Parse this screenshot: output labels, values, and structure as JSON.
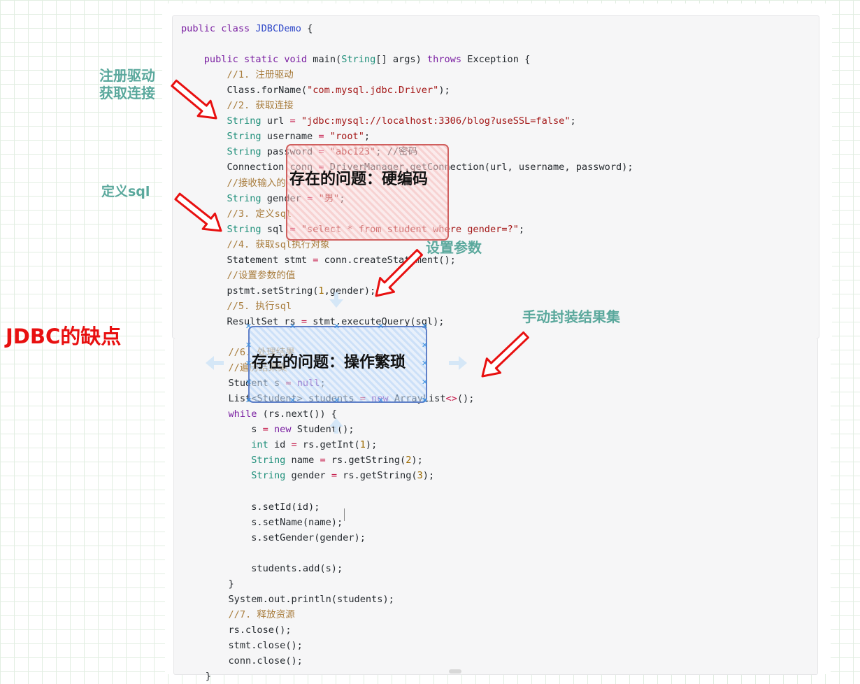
{
  "code": {
    "lines": [
      [
        [
          "public class ",
          "kw"
        ],
        [
          "JDBCDemo",
          "cls"
        ],
        [
          " {",
          ""
        ]
      ],
      [],
      [
        [
          "    public static ",
          "kw"
        ],
        [
          "void",
          "kw"
        ],
        [
          " main(",
          ""
        ],
        [
          "String",
          "ty"
        ],
        [
          "[] args) ",
          ""
        ],
        [
          "throws",
          "kw"
        ],
        [
          " Exception {",
          ""
        ]
      ],
      [
        [
          "        //1. 注册驱动",
          "cm"
        ]
      ],
      [
        [
          "        Class.forName(",
          ""
        ],
        [
          "\"com.mysql.jdbc.Driver\"",
          "st"
        ],
        [
          ");",
          ""
        ]
      ],
      [
        [
          "        //2. 获取连接",
          "cm"
        ]
      ],
      [
        [
          "        String",
          "ty"
        ],
        [
          " url ",
          ""
        ],
        [
          "=",
          "op"
        ],
        [
          " ",
          ""
        ],
        [
          "\"jdbc:mysql://localhost:3306/blog?useSSL=false\"",
          "st"
        ],
        [
          ";",
          ""
        ]
      ],
      [
        [
          "        String",
          "ty"
        ],
        [
          " username ",
          ""
        ],
        [
          "=",
          "op"
        ],
        [
          " ",
          ""
        ],
        [
          "\"root\"",
          "st"
        ],
        [
          ";",
          ""
        ]
      ],
      [
        [
          "        String",
          "ty"
        ],
        [
          " password ",
          ""
        ],
        [
          "=",
          "op"
        ],
        [
          " ",
          ""
        ],
        [
          "\"abc123\"",
          "st"
        ],
        [
          "; //密码",
          ""
        ]
      ],
      [
        [
          "        Connection conn ",
          ""
        ],
        [
          "=",
          "op"
        ],
        [
          " DriverManager.getConnection(url, username, password);",
          ""
        ]
      ],
      [
        [
          "        //接收输入的",
          "cm"
        ]
      ],
      [
        [
          "        String",
          "ty"
        ],
        [
          " gender ",
          ""
        ],
        [
          "=",
          "op"
        ],
        [
          " ",
          ""
        ],
        [
          "\"男\"",
          "st"
        ],
        [
          ";",
          ""
        ]
      ],
      [
        [
          "        //3. 定义sql",
          "cm"
        ]
      ],
      [
        [
          "        String",
          "ty"
        ],
        [
          " sql ",
          ""
        ],
        [
          "=",
          "op"
        ],
        [
          " ",
          ""
        ],
        [
          "\"select * from student where gender=?\"",
          "st"
        ],
        [
          ";",
          ""
        ]
      ],
      [
        [
          "        //4. 获取sql执行对象",
          "cm"
        ]
      ],
      [
        [
          "        Statement stmt ",
          ""
        ],
        [
          "=",
          "op"
        ],
        [
          " conn.createStatement();",
          ""
        ]
      ],
      [
        [
          "        //设置参数的值",
          "cm"
        ]
      ],
      [
        [
          "        pstmt.setString(",
          ""
        ],
        [
          "1",
          "nm"
        ],
        [
          ",gender);",
          ""
        ]
      ],
      [
        [
          "        //5. 执行sql",
          "cm"
        ]
      ],
      [
        [
          "        ResultSet rs ",
          ""
        ],
        [
          "=",
          "op"
        ],
        [
          " stmt.executeQuery(sql);",
          ""
        ]
      ],
      [],
      [
        [
          "        //6. 处理结果",
          "cm"
        ]
      ],
      [
        [
          "        //遍历结果集",
          "cm"
        ]
      ],
      [
        [
          "        Student s ",
          ""
        ],
        [
          "=",
          "op"
        ],
        [
          " ",
          ""
        ],
        [
          "null",
          "kw"
        ],
        [
          ";",
          ""
        ]
      ],
      [
        [
          "        List<Student> students ",
          ""
        ],
        [
          "=",
          "op"
        ],
        [
          " ",
          ""
        ],
        [
          "new",
          "kw"
        ],
        [
          " ArrayList",
          ""
        ],
        [
          "<>",
          "op"
        ],
        [
          "();",
          ""
        ]
      ],
      [
        [
          "        while",
          "kw"
        ],
        [
          " (rs.next()) {",
          ""
        ]
      ],
      [
        [
          "            s ",
          ""
        ],
        [
          "=",
          "op"
        ],
        [
          " ",
          ""
        ],
        [
          "new",
          "kw"
        ],
        [
          " Student();",
          ""
        ]
      ],
      [
        [
          "            int",
          "ty"
        ],
        [
          " id ",
          ""
        ],
        [
          "=",
          "op"
        ],
        [
          " rs.getInt(",
          ""
        ],
        [
          "1",
          "nm"
        ],
        [
          ");",
          ""
        ]
      ],
      [
        [
          "            String",
          "ty"
        ],
        [
          " name ",
          ""
        ],
        [
          "=",
          "op"
        ],
        [
          " rs.getString(",
          ""
        ],
        [
          "2",
          "nm"
        ],
        [
          ");",
          ""
        ]
      ],
      [
        [
          "            String",
          "ty"
        ],
        [
          " gender ",
          ""
        ],
        [
          "=",
          "op"
        ],
        [
          " rs.getString(",
          ""
        ],
        [
          "3",
          "nm"
        ],
        [
          ");",
          ""
        ]
      ],
      [],
      [
        [
          "            s.setId(id);",
          ""
        ]
      ],
      [
        [
          "            s.setName(name);",
          ""
        ]
      ],
      [
        [
          "            s.setGender(gender);",
          ""
        ]
      ],
      [],
      [
        [
          "            students.add(s);",
          ""
        ]
      ],
      [
        [
          "        }",
          ""
        ]
      ],
      [
        [
          "        System.out.println(students);",
          ""
        ]
      ],
      [
        [
          "        //7. 释放资源",
          "cm"
        ]
      ],
      [
        [
          "        rs.close();",
          ""
        ]
      ],
      [
        [
          "        stmt.close();",
          ""
        ]
      ],
      [
        [
          "        conn.close();",
          ""
        ]
      ],
      [
        [
          "    }",
          ""
        ]
      ]
    ]
  },
  "annotations": {
    "register_label": "注册驱动\n获取连接",
    "define_sql_label": "定义sql",
    "set_param_label": "设置参数",
    "manual_wrap_label": "手动封装结果集",
    "title": "JDBC的缺点",
    "problem_hardcode": "存在的问题：硬编码",
    "problem_tedious": "存在的问题：操作繁琐"
  },
  "colors": {
    "title": "#e81010",
    "side_label": "#5aa89c",
    "arrow_fill": "#ffffff",
    "arrow_stroke": "#e81010",
    "red_box": "#d0605f",
    "blue_box": "#6080c8"
  },
  "icons": [
    "arrow-icon",
    "resize-handle-icon",
    "move-arrow-icon"
  ]
}
